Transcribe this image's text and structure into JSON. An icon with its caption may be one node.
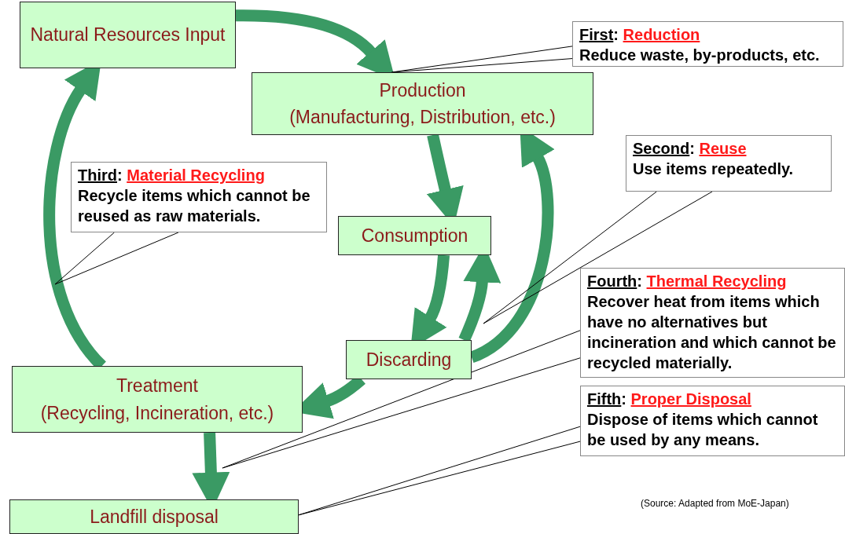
{
  "diagram": {
    "nodes": [
      {
        "text": [
          "Natural Resources Input"
        ]
      },
      {
        "text": [
          "Production",
          "(Manufacturing, Distribution, etc.)"
        ]
      },
      {
        "text": [
          "Consumption"
        ]
      },
      {
        "text": [
          "Discarding"
        ]
      },
      {
        "text": [
          "Treatment",
          "(Recycling, Incineration, etc.)"
        ]
      },
      {
        "text": [
          "Landfill disposal"
        ]
      },
      {
        "text": [
          "First: Reduction",
          "Reduce waste, by-products, etc."
        ]
      },
      {
        "text": [
          "Second: Reuse",
          "Use items repeatedly."
        ]
      },
      {
        "text": [
          "Third: Material Recycling",
          "Recycle items which cannot be reused as raw materials."
        ]
      },
      {
        "text": [
          "Fourth: Thermal Recycling",
          "Recover heat from items which have no alternatives but incineration and which cannot be recycled materially."
        ]
      },
      {
        "text": [
          "Fifth: Proper Disposal",
          "Dispose of items which cannot be used by any means."
        ]
      }
    ],
    "edges": [
      {
        "from": 0,
        "to": 1,
        "arrow": "to"
      },
      {
        "from": 1,
        "to": 2,
        "arrow": "to"
      },
      {
        "from": 2,
        "to": 3,
        "arrow": "to"
      },
      {
        "from": 3,
        "to": 2,
        "arrow": "to"
      },
      {
        "from": 3,
        "to": 1,
        "arrow": "to"
      },
      {
        "from": 3,
        "to": 4,
        "arrow": "to"
      },
      {
        "from": 4,
        "to": 0,
        "arrow": "to"
      },
      {
        "from": 4,
        "to": 5,
        "arrow": "to"
      },
      {
        "from": 6,
        "to": 1,
        "arrow": "none",
        "color": "#000000"
      },
      {
        "from": 7,
        "to": null,
        "arrow": "none",
        "color": "#000000"
      },
      {
        "from": 8,
        "to": null,
        "arrow": "none",
        "color": "#000000"
      },
      {
        "from": 9,
        "to": null,
        "arrow": "none",
        "color": "#000000"
      },
      {
        "from": 10,
        "to": 5,
        "arrow": "none",
        "color": "#000000"
      }
    ],
    "labels": [
      "(Source: Adapted from MoE-Japan)"
    ]
  }
}
